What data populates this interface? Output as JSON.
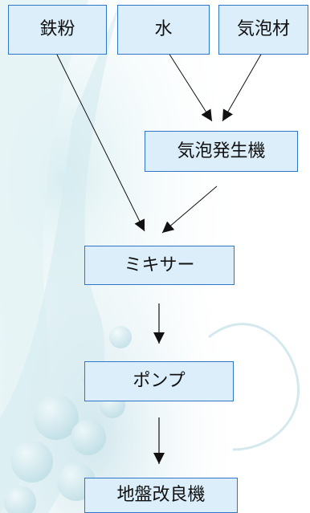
{
  "diagram": {
    "nodes": {
      "iron_powder": "鉄粉",
      "water": "水",
      "foam_agent": "気泡材",
      "foam_generator": "気泡発生機",
      "mixer": "ミキサー",
      "pump": "ポンプ",
      "ground_improvement_machine": "地盤改良機"
    },
    "edges": [
      {
        "from": "iron_powder",
        "to": "mixer"
      },
      {
        "from": "water",
        "to": "foam_generator"
      },
      {
        "from": "foam_agent",
        "to": "foam_generator"
      },
      {
        "from": "foam_generator",
        "to": "mixer"
      },
      {
        "from": "mixer",
        "to": "pump"
      },
      {
        "from": "pump",
        "to": "ground_improvement_machine"
      }
    ]
  }
}
